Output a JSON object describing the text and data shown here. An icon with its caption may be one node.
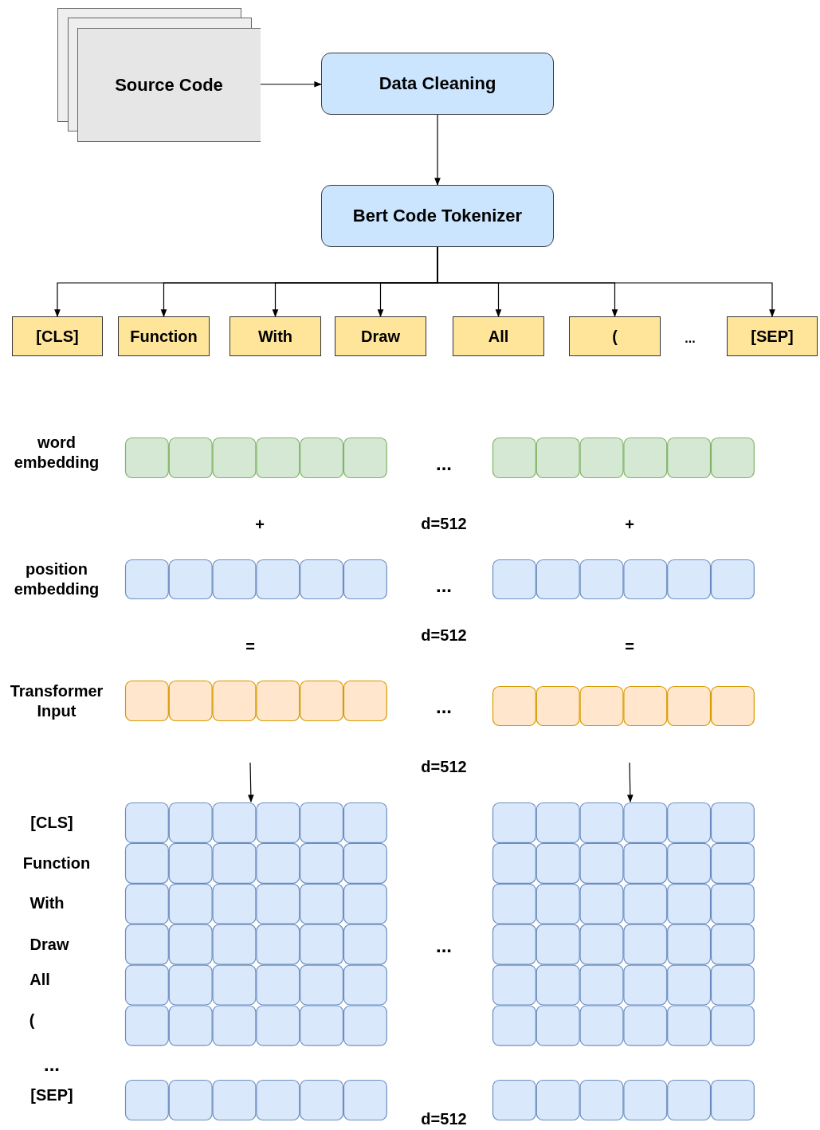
{
  "diagram": {
    "nodes": [
      {
        "text": [
          "Source Code"
        ]
      },
      {
        "text": [
          "Data Cleaning"
        ]
      },
      {
        "text": [
          "Bert Code Tokenizer"
        ]
      },
      {
        "text": [
          "[CLS]"
        ]
      },
      {
        "text": [
          "Function"
        ]
      },
      {
        "text": [
          "With"
        ]
      },
      {
        "text": [
          "Draw"
        ]
      },
      {
        "text": [
          "All"
        ]
      },
      {
        "text": [
          "("
        ]
      },
      {
        "text": [
          "[SEP]"
        ]
      }
    ],
    "edges": [
      {
        "from": 0,
        "to": 1,
        "arrow": "to"
      },
      {
        "from": 1,
        "to": 2,
        "arrow": "to"
      },
      {
        "from": 2,
        "to": 3,
        "arrow": "to"
      },
      {
        "from": 2,
        "to": 4,
        "arrow": "to"
      },
      {
        "from": 2,
        "to": 5,
        "arrow": "to"
      },
      {
        "from": 2,
        "to": 6,
        "arrow": "to"
      },
      {
        "from": 2,
        "to": 7,
        "arrow": "to"
      },
      {
        "from": 2,
        "to": 8,
        "arrow": "to"
      },
      {
        "from": 2,
        "to": 9,
        "arrow": "to"
      }
    ],
    "labels": [
      "...",
      "word embedding",
      "...",
      "+",
      "d=512",
      "+",
      "position embedding",
      "...",
      "d=512",
      "=",
      "=",
      "Transformer Input",
      "...",
      "d=512",
      "[CLS]",
      "Function",
      "With",
      "Draw",
      "...",
      "All",
      "(",
      "...",
      "[SEP]",
      "d=512"
    ]
  }
}
